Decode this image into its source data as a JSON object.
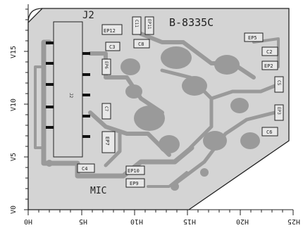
{
  "board": {
    "title": "B-8335C",
    "connector": "J2",
    "connector_pin_label": "J2",
    "mic_label": "MIC"
  },
  "components": [
    {
      "id": "ep12",
      "label": "EP12"
    },
    {
      "id": "c11",
      "label": "C11"
    },
    {
      "id": "ep11",
      "label": "EP11"
    },
    {
      "id": "c3",
      "label": "C3"
    },
    {
      "id": "c8",
      "label": "C8"
    },
    {
      "id": "ep6",
      "label": "EP6"
    },
    {
      "id": "c7",
      "label": "C7"
    },
    {
      "id": "ep7",
      "label": "EP7"
    },
    {
      "id": "c4",
      "label": "C4"
    },
    {
      "id": "ep10",
      "label": "EP10"
    },
    {
      "id": "ep9",
      "label": "EP9"
    },
    {
      "id": "ep5",
      "label": "EP5"
    },
    {
      "id": "c2",
      "label": "C2"
    },
    {
      "id": "ep2",
      "label": "EP2"
    },
    {
      "id": "c5",
      "label": "C5"
    },
    {
      "id": "ep3",
      "label": "EP3"
    },
    {
      "id": "c6",
      "label": "C6"
    }
  ],
  "axes": {
    "x_ticks": [
      "H0",
      "H5",
      "H10",
      "H15",
      "H20",
      "H25"
    ],
    "y_ticks": [
      "V0",
      "V5",
      "V10",
      "V15"
    ]
  },
  "colors": {
    "board_fill": "#d4d4d4",
    "track": "#9a9a9a",
    "outline": "#222222"
  }
}
